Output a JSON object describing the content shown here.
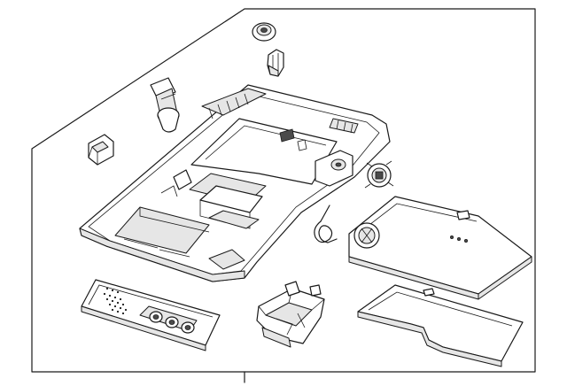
{
  "diagram": {
    "type": "exploded-parts-view",
    "colors": {
      "line": "#1a1a1a",
      "fill": "#ffffff",
      "shade": "#e6e6e6",
      "dark": "#4a4a4a"
    },
    "parts": [
      "frame-outline",
      "grommet",
      "retainer-clip",
      "bulb-socket",
      "small-clip",
      "overhead-console-housing",
      "lamp-socket",
      "torsion-spring",
      "module-cover",
      "switch-bezel",
      "mounting-bracket",
      "trim-panel",
      "leader-line"
    ]
  }
}
